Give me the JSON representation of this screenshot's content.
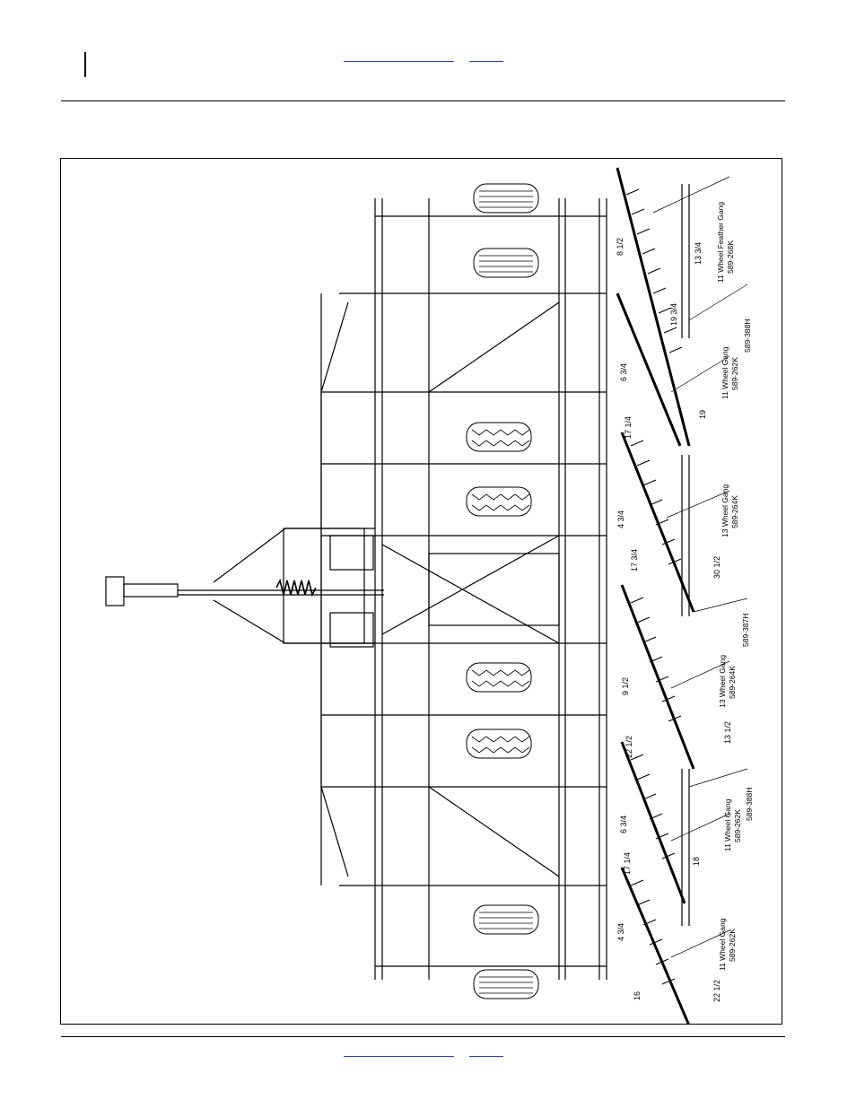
{
  "header": {
    "left_link": "",
    "right_link": ""
  },
  "footer": {
    "left_link": "",
    "right_link": ""
  },
  "figure": {
    "gang_labels": [
      {
        "name": "11 Wheel Feather Gang",
        "part": "589-268K"
      },
      {
        "name": "11 Wheel Gang",
        "part": "589-262K"
      },
      {
        "name": "13 Wheel Gang",
        "part": "589-264K"
      },
      {
        "name": "13 Wheel Gang",
        "part": "589-264K"
      },
      {
        "name": "11 Wheel Gang",
        "part": "589-262K"
      },
      {
        "name": "11 Wheel Gang",
        "part": "589-262K"
      }
    ],
    "bar_parts": [
      "589-388H",
      "589-387H",
      "589-388H"
    ],
    "dimensions": [
      "13 3/4",
      "8 1/2",
      "19 3/4",
      "6 3/4",
      "17 1/4",
      "19",
      "4 3/4",
      "17 3/4",
      "30 1/2",
      "9 1/2",
      "13 1/2",
      "22 1/2",
      "6 3/4",
      "17 1/4",
      "18",
      "4 3/4",
      "16",
      "22 1/2"
    ]
  }
}
